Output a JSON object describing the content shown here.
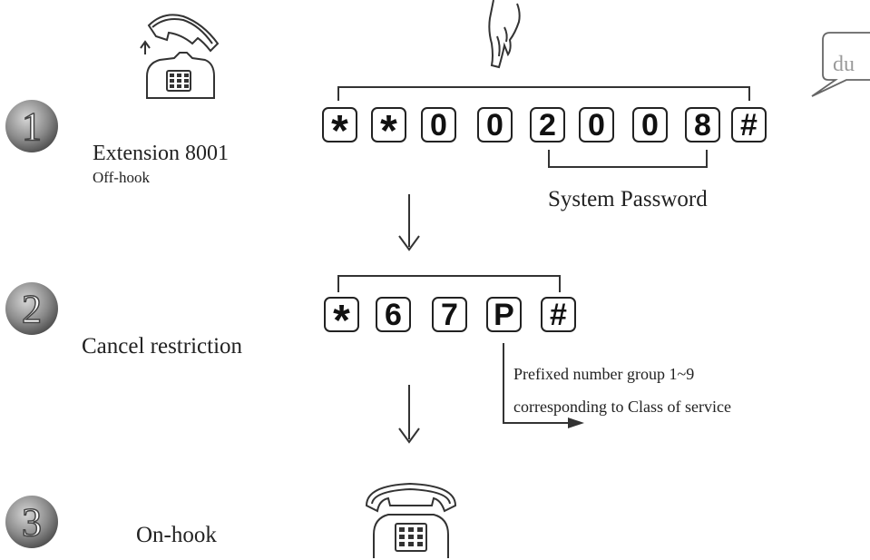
{
  "steps": [
    {
      "number": "1",
      "title": "Extension 8001",
      "subtitle": "Off-hook",
      "keys": [
        "*",
        "*",
        "0",
        "0",
        "2",
        "0",
        "0",
        "8",
        "#"
      ],
      "bracket_label": "System Password"
    },
    {
      "number": "2",
      "title": "Cancel restriction",
      "keys": [
        "*",
        "6",
        "7",
        "P",
        "#"
      ],
      "note_line1": "Prefixed number group 1~9",
      "note_line2": "corresponding to Class of service"
    },
    {
      "number": "3",
      "title": "On-hook"
    }
  ],
  "speech_bubble": "du",
  "icons": [
    "phone-off-hook-icon",
    "hand-pointing-icon",
    "phone-on-hook-icon",
    "speech-bubble-icon",
    "down-arrow-icon"
  ],
  "colors": {
    "ink": "#222222",
    "circle_fill": "#8a8a8a",
    "bubble_text": "#9a9a9a"
  }
}
